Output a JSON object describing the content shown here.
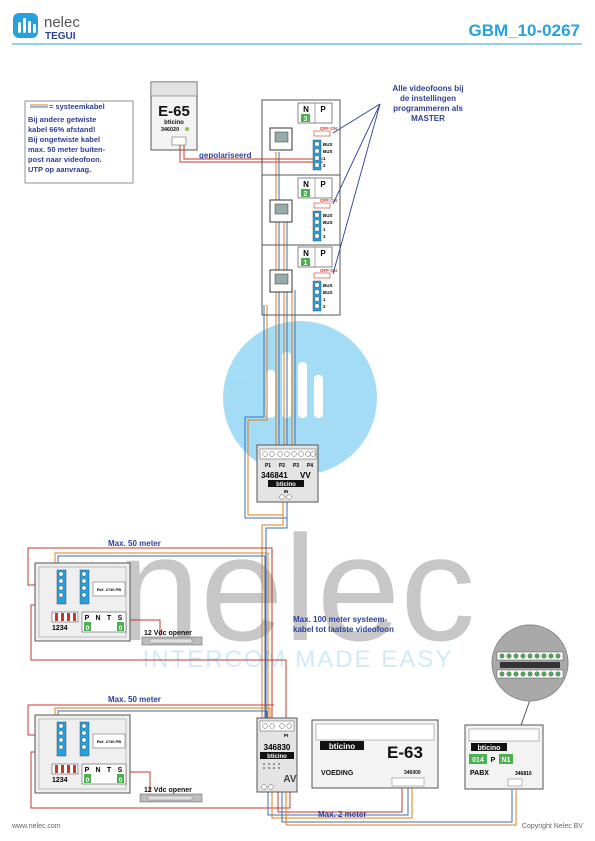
{
  "header": {
    "brand_top": "nelec",
    "brand_bottom": "TEGUI",
    "doc_code": "GBM_10-0267"
  },
  "legend": {
    "title": "= systeemkabel",
    "lines": [
      "Bij andere getwiste",
      "kabel 66% afstand!",
      "Bij ongetwiste kabel",
      "max. 50 meter buiten-",
      "post naar videofoon.",
      "UTP op aanvraag."
    ]
  },
  "psu_top": {
    "name": "E-65",
    "brand": "bticino",
    "code": "346020"
  },
  "labels": {
    "polarized": "gepolariseerd",
    "master_note": [
      "Alle videofoons bij",
      "de instellingen",
      "programmeren als",
      "MASTER"
    ],
    "max50_a": "Max. 50 meter",
    "max50_b": "Max. 50 meter",
    "max100": [
      "Max. 100 meter systeem-",
      "kabel tot laatste videofoon"
    ],
    "max2": "Max. 2 meter",
    "opener_a": "12 Vdc opener",
    "opener_b": "12 Vdc opener"
  },
  "videophones": [
    {
      "n": "N",
      "p": "P",
      "value": "3",
      "off_on": "OFF ON",
      "terminals": [
        "BUS",
        "BUS",
        "1",
        "2"
      ]
    },
    {
      "n": "N",
      "p": "P",
      "value": "2",
      "off_on": "OFF ON",
      "terminals": [
        "BUS",
        "BUS",
        "1",
        "2"
      ]
    },
    {
      "n": "N",
      "p": "P",
      "value": "1",
      "off_on": "OFF ON",
      "terminals": [
        "BUS",
        "BUS",
        "1",
        "2"
      ]
    }
  ],
  "distributor": {
    "ports": [
      "P1",
      "P2",
      "P3",
      "P4"
    ],
    "code": "346841",
    "suffix": "VV",
    "brand": "bticino",
    "in_label": "IN"
  },
  "outdoor_panels": [
    {
      "ref": "Ref. 2740 PB",
      "digits": "1234",
      "switch_labels": [
        "P",
        "N",
        "T",
        "S"
      ],
      "switch_values": [
        "0",
        "",
        "",
        "0"
      ]
    },
    {
      "ref": "Ref. 2740 PB",
      "digits": "1234",
      "switch_labels": [
        "P",
        "N",
        "T",
        "S"
      ],
      "switch_values": [
        "0",
        "",
        "",
        "0"
      ]
    }
  ],
  "interface": {
    "code": "346830",
    "brand": "bticino",
    "suffix": "AV",
    "pi_label": "PI"
  },
  "psu_e63": {
    "brand": "bticino",
    "name": "E-63",
    "sub": "VOEDING",
    "code": "346000"
  },
  "pabx": {
    "brand": "bticino",
    "values": [
      "014",
      "P",
      "N1"
    ],
    "name": "PABX",
    "code": "346810"
  },
  "watermark": {
    "word": "nelec",
    "tagline": "INTERCOM MADE EASY"
  },
  "footer": {
    "left": "www.nelec.com",
    "right": "Copyright Nelec BV"
  },
  "colors": {
    "blue": "#2e3f99",
    "accent": "#27a0de",
    "wire_red": "#c0392b",
    "wire_orange": "#e07b1a",
    "wire_blue": "#3a6fb5",
    "watermark": "#9b9b9b"
  }
}
